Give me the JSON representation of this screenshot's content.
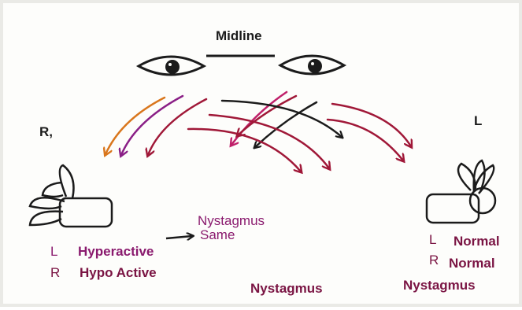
{
  "labels": {
    "midline": "Midline",
    "right_side": "R,",
    "left_side": "L",
    "nystagmus_same_line1": "Nystagmus",
    "nystagmus_same_line2": "Same",
    "left_hyperactive_letter": "L",
    "left_hyperactive_text": "Hyperactive",
    "right_hypo_letter": "R",
    "right_hypo_text": "Hypo Active",
    "normal_left_letter": "L",
    "normal_left_text": "Normal",
    "normal_right_letter": "R",
    "normal_right_text": "Normal",
    "nystagmus_center": "Nystagmus",
    "nystagmus_right": "Nystagmus"
  },
  "colors": {
    "ink": "#1b1b1b",
    "magenta": "#8a1a6e",
    "wine": "#7a1443",
    "orange": "#d9761c",
    "red_arrow": "#a01838",
    "purple_arrow": "#8a1f86",
    "pink_arrow": "#c0206a"
  }
}
